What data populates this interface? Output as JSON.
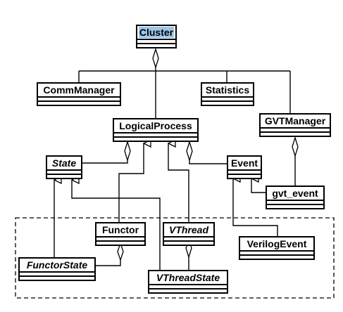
{
  "diagram": {
    "classes": {
      "cluster": "Cluster",
      "comm_manager": "CommManager",
      "statistics": "Statistics",
      "logical_process": "LogicalProcess",
      "gvt_manager": "GVTManager",
      "state": "State",
      "event": "Event",
      "gvt_event": "gvt_event",
      "functor": "Functor",
      "vthread": "VThread",
      "verilog_event": "VerilogEvent",
      "functor_state": "FunctorState",
      "vthread_state": "VThreadState"
    },
    "abstract_classes": [
      "State",
      "VThread",
      "FunctorState",
      "VThreadState"
    ],
    "highlighted_class": "Cluster",
    "colors": {
      "line": "#000000",
      "highlight": "#9ec6e9",
      "box_fill": "#ffffff"
    }
  }
}
